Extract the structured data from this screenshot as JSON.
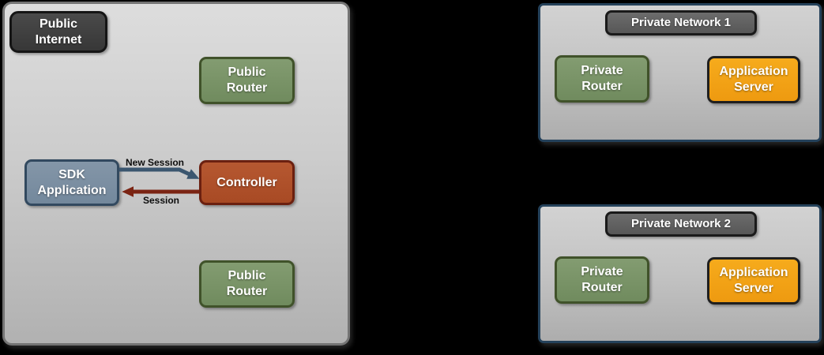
{
  "colors": {
    "page_background": "#000000",
    "zone_fill_top": "#dddddd",
    "zone_fill_bottom": "#b1b1b1",
    "zone_left_border": "#747474",
    "network_border": "#24415a",
    "node_charcoal": "#3f3f3f",
    "node_green": "#7b9469",
    "node_green_border": "#40522a",
    "node_slate": "#7c90a2",
    "node_slate_border": "#32495f",
    "node_rust": "#b1522b",
    "node_rust_border": "#6b2010",
    "node_orange": "#f3a213",
    "node_orange_border": "#1f1f1f",
    "net_label_fill": "#616161",
    "arrow_blue": "#3b566f",
    "arrow_red": "#7b2413",
    "arrow_label_text": "#0d0d0d",
    "node_text": "#ffffff"
  },
  "public_internet_zone": {
    "badge": {
      "lines": [
        "Public",
        "Internet"
      ]
    },
    "public_router_top": {
      "lines": [
        "Public",
        "Router"
      ]
    },
    "sdk_application": {
      "lines": [
        "SDK",
        "Application"
      ]
    },
    "controller": {
      "lines": [
        "Controller"
      ]
    },
    "public_router_bottom": {
      "lines": [
        "Public",
        "Router"
      ]
    },
    "arrows": {
      "new_session": "New Session",
      "session": "Session"
    }
  },
  "private_network_1": {
    "title": "Private Network 1",
    "private_router": {
      "lines": [
        "Private",
        "Router"
      ]
    },
    "application_server": {
      "lines": [
        "Application",
        "Server"
      ]
    }
  },
  "private_network_2": {
    "title": "Private Network 2",
    "private_router": {
      "lines": [
        "Private",
        "Router"
      ]
    },
    "application_server": {
      "lines": [
        "Application",
        "Server"
      ]
    }
  }
}
